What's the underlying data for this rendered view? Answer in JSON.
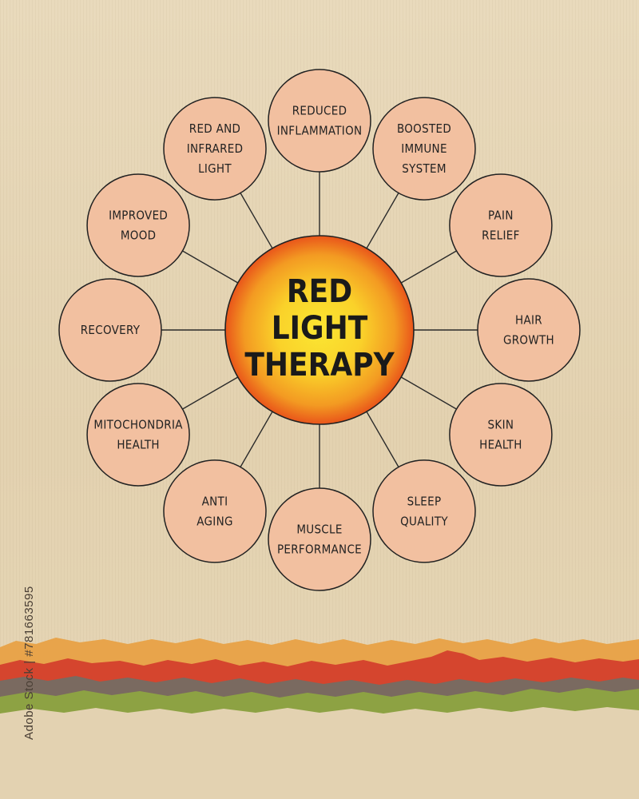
{
  "center": {
    "lines": [
      "RED",
      "LIGHT",
      "THERAPY"
    ]
  },
  "nodes": [
    {
      "lines": [
        "REDUCED",
        "INFLAMMATION"
      ]
    },
    {
      "lines": [
        "BOOSTED",
        "IMMUNE",
        "SYSTEM"
      ]
    },
    {
      "lines": [
        "PAIN",
        "RELIEF"
      ]
    },
    {
      "lines": [
        "HAIR",
        "GROWTH"
      ]
    },
    {
      "lines": [
        "SKIN",
        "HEALTH"
      ]
    },
    {
      "lines": [
        "SLEEP",
        "QUALITY"
      ]
    },
    {
      "lines": [
        "MUSCLE",
        "PERFORMANCE"
      ]
    },
    {
      "lines": [
        "ANTI",
        "AGING"
      ]
    },
    {
      "lines": [
        "MITOCHONDRIA",
        "HEALTH"
      ]
    },
    {
      "lines": [
        "RECOVERY"
      ]
    },
    {
      "lines": [
        "IMPROVED",
        "MOOD"
      ]
    },
    {
      "lines": [
        "RED AND",
        "INFRARED",
        "LIGHT"
      ]
    }
  ],
  "watermark": "Adobe Stock | #781663595",
  "colors": {
    "paper": "#e6d6b6",
    "node_fill": "#f2c0a0",
    "center_outer": "#e9551a",
    "center_inner": "#fbe232",
    "strip_orange": "#e8a44b",
    "strip_red": "#d5452e",
    "strip_gray": "#7a6a60",
    "strip_green": "#8da243"
  }
}
